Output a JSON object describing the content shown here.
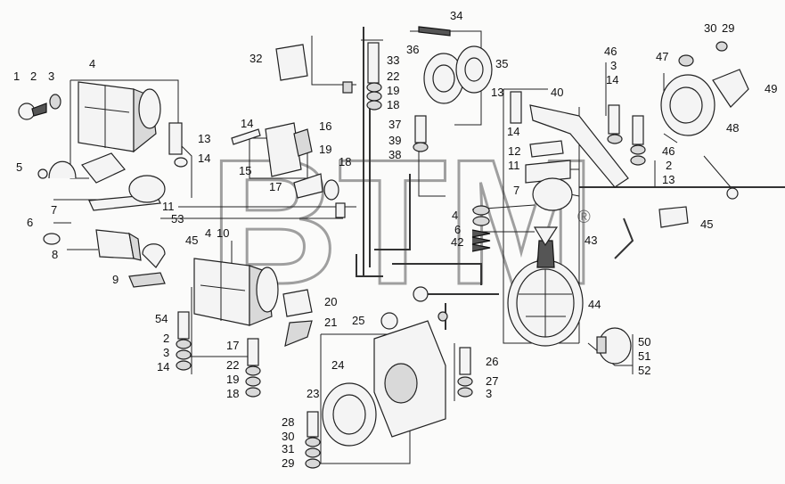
{
  "watermark": {
    "text": "BTM",
    "mark": "®"
  },
  "callouts": [
    {
      "id": "c1",
      "text": "1"
    },
    {
      "id": "c2",
      "text": "2"
    },
    {
      "id": "c3",
      "text": "3"
    },
    {
      "id": "c4",
      "text": "4"
    },
    {
      "id": "c5",
      "text": "5"
    },
    {
      "id": "c6",
      "text": "6"
    },
    {
      "id": "c7",
      "text": "7"
    },
    {
      "id": "c8",
      "text": "8"
    },
    {
      "id": "c9",
      "text": "9"
    },
    {
      "id": "c13a",
      "text": "13"
    },
    {
      "id": "c14a",
      "text": "14"
    },
    {
      "id": "c14b",
      "text": "14"
    },
    {
      "id": "c11a",
      "text": "11"
    },
    {
      "id": "c53",
      "text": "53"
    },
    {
      "id": "c45a",
      "text": "45"
    },
    {
      "id": "c4b",
      "text": "4"
    },
    {
      "id": "c10",
      "text": "10"
    },
    {
      "id": "c15",
      "text": "15"
    },
    {
      "id": "c16",
      "text": "16"
    },
    {
      "id": "c19a",
      "text": "19"
    },
    {
      "id": "c18a",
      "text": "18"
    },
    {
      "id": "c17a",
      "text": "17"
    },
    {
      "id": "c32",
      "text": "32"
    },
    {
      "id": "c33",
      "text": "33"
    },
    {
      "id": "c22a",
      "text": "22"
    },
    {
      "id": "c19b",
      "text": "19"
    },
    {
      "id": "c18b",
      "text": "18"
    },
    {
      "id": "c34",
      "text": "34"
    },
    {
      "id": "c36",
      "text": "36"
    },
    {
      "id": "c35",
      "text": "35"
    },
    {
      "id": "c37",
      "text": "37"
    },
    {
      "id": "c39",
      "text": "39"
    },
    {
      "id": "c38",
      "text": "38"
    },
    {
      "id": "c13b",
      "text": "13"
    },
    {
      "id": "c40",
      "text": "40"
    },
    {
      "id": "c14c",
      "text": "14"
    },
    {
      "id": "c12",
      "text": "12"
    },
    {
      "id": "c11b",
      "text": "11"
    },
    {
      "id": "c7b",
      "text": "7"
    },
    {
      "id": "c46a",
      "text": "46"
    },
    {
      "id": "c3b",
      "text": "3"
    },
    {
      "id": "c14d",
      "text": "14"
    },
    {
      "id": "c47",
      "text": "47"
    },
    {
      "id": "c30a",
      "text": "30"
    },
    {
      "id": "c29a",
      "text": "29"
    },
    {
      "id": "c49",
      "text": "49"
    },
    {
      "id": "c48",
      "text": "48"
    },
    {
      "id": "c46b",
      "text": "46"
    },
    {
      "id": "c2b",
      "text": "2"
    },
    {
      "id": "c13c",
      "text": "13"
    },
    {
      "id": "c4c",
      "text": "4"
    },
    {
      "id": "c6b",
      "text": "6"
    },
    {
      "id": "c42",
      "text": "42"
    },
    {
      "id": "c43",
      "text": "43"
    },
    {
      "id": "c45b",
      "text": "45"
    },
    {
      "id": "c44",
      "text": "44"
    },
    {
      "id": "c20",
      "text": "20"
    },
    {
      "id": "c21",
      "text": "21"
    },
    {
      "id": "c54",
      "text": "54"
    },
    {
      "id": "c2c",
      "text": "2"
    },
    {
      "id": "c3c",
      "text": "3"
    },
    {
      "id": "c14e",
      "text": "14"
    },
    {
      "id": "c17b",
      "text": "17"
    },
    {
      "id": "c22b",
      "text": "22"
    },
    {
      "id": "c19c",
      "text": "19"
    },
    {
      "id": "c18c",
      "text": "18"
    },
    {
      "id": "c25",
      "text": "25"
    },
    {
      "id": "c24",
      "text": "24"
    },
    {
      "id": "c26",
      "text": "26"
    },
    {
      "id": "c27",
      "text": "27"
    },
    {
      "id": "c3d",
      "text": "3"
    },
    {
      "id": "c23",
      "text": "23"
    },
    {
      "id": "c28",
      "text": "28"
    },
    {
      "id": "c30b",
      "text": "30"
    },
    {
      "id": "c31",
      "text": "31"
    },
    {
      "id": "c29b",
      "text": "29"
    },
    {
      "id": "c50",
      "text": "50"
    },
    {
      "id": "c51",
      "text": "51"
    },
    {
      "id": "c52",
      "text": "52"
    }
  ]
}
